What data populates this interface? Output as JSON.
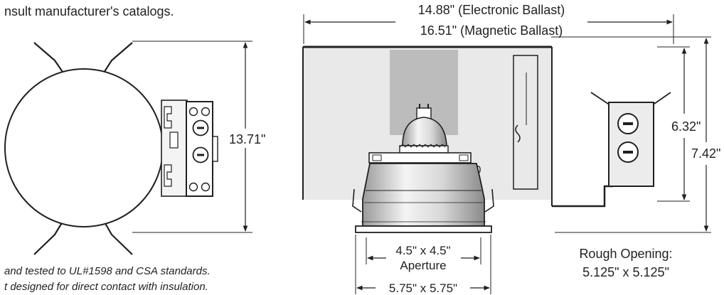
{
  "note_top": "nsult manufacturer's catalogs.",
  "notes_bottom": [
    "and tested to UL#1598 and CSA standards.",
    "t designed for direct contact with insulation."
  ],
  "plan_view": {
    "height_dim": "13.71\""
  },
  "side_view": {
    "width_electronic": "14.88\" (Electronic Ballast)",
    "width_magnetic": "16.51\" (Magnetic Ballast)",
    "junction_box_height": "6.32\"",
    "overall_height": "7.42\"",
    "aperture_size": "4.5\" x 4.5\"",
    "aperture_label": "Aperture",
    "trim_size": "5.75\" x 5.75\"",
    "rough_opening_label": "Rough Opening:",
    "rough_opening_size": "5.125\" x 5.125\""
  },
  "colors": {
    "line": "#231f20",
    "housing_fill": "#e9e9e9",
    "shade_fill": "#bcbcbc",
    "background": "#ffffff"
  }
}
